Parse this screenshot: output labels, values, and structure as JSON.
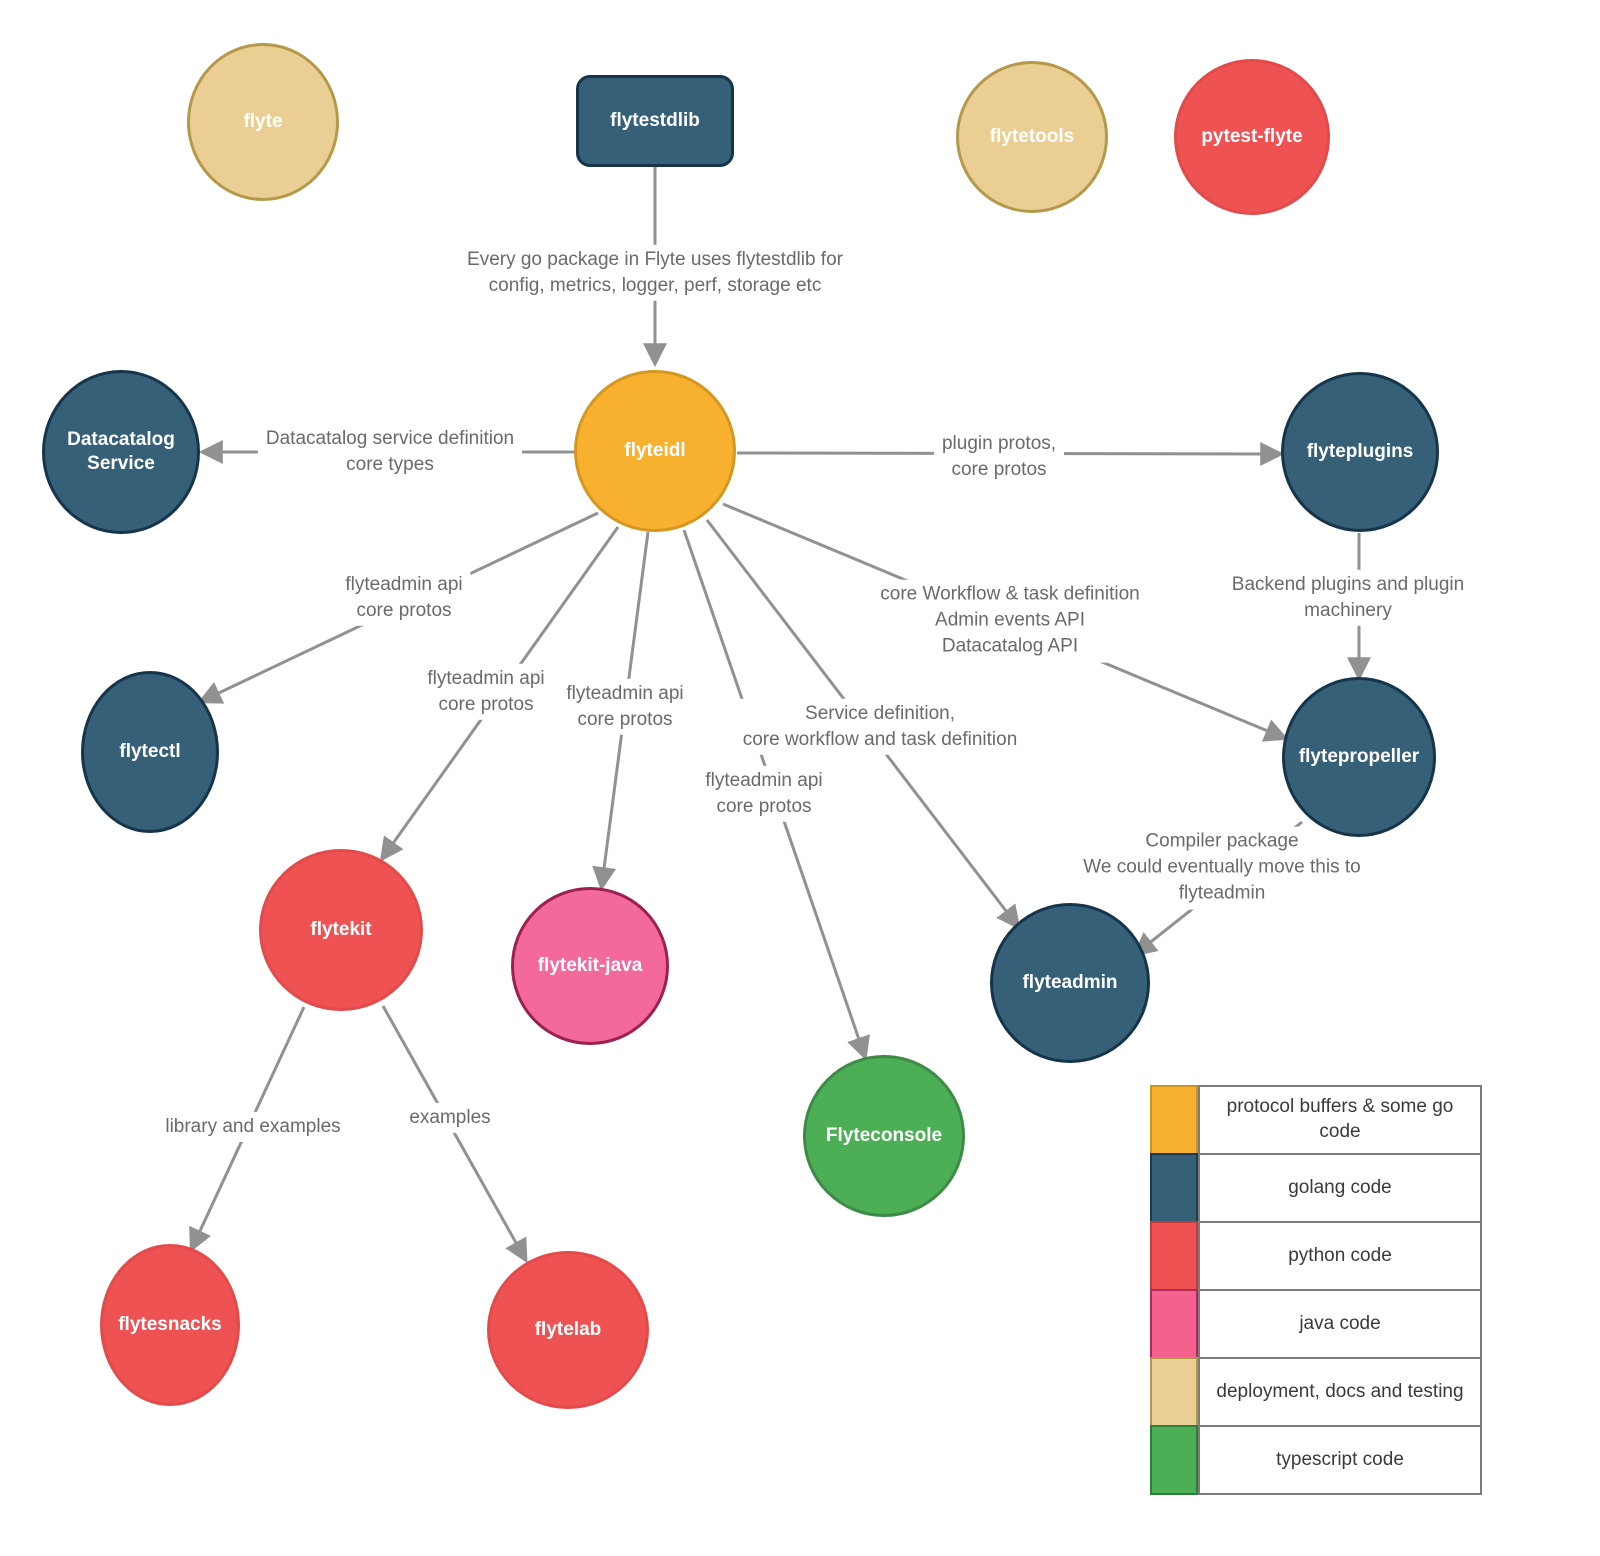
{
  "nodes": [
    {
      "id": "flyte",
      "label": "flyte",
      "fill": "#EACE93",
      "border": "#B5984A"
    },
    {
      "id": "flytestdlib",
      "label": "flytestdlib",
      "fill": "#356078",
      "border": "#16344A"
    },
    {
      "id": "flytetools",
      "label": "flytetools",
      "fill": "#EACE93",
      "border": "#B5984A"
    },
    {
      "id": "pytest-flyte",
      "label": "pytest-flyte",
      "fill": "#EE5253",
      "border": "#E34A4A"
    },
    {
      "id": "flyteidl",
      "label": "flyteidl",
      "fill": "#F8B12F",
      "border": "#D59722"
    },
    {
      "id": "datacatalog-service",
      "label": "Datacatalog\nService",
      "fill": "#356078",
      "border": "#16344A"
    },
    {
      "id": "flyteplugins",
      "label": "flyteplugins",
      "fill": "#356078",
      "border": "#16344A"
    },
    {
      "id": "flytectl",
      "label": "flytectl",
      "fill": "#356078",
      "border": "#16344A"
    },
    {
      "id": "flytekit",
      "label": "flytekit",
      "fill": "#EE5253",
      "border": "#E34A4A"
    },
    {
      "id": "flytekit-java",
      "label": "flytekit-java",
      "fill": "#F4699B",
      "border": "#9C2050"
    },
    {
      "id": "flytepropeller",
      "label": "flytepropeller",
      "fill": "#356078",
      "border": "#16344A"
    },
    {
      "id": "flyteadmin",
      "label": "flyteadmin",
      "fill": "#356078",
      "border": "#16344A"
    },
    {
      "id": "flyteconsole",
      "label": "Flyteconsole",
      "fill": "#4CAF55",
      "border": "#3D8B47"
    },
    {
      "id": "flytesnacks",
      "label": "flytesnacks",
      "fill": "#EE5253",
      "border": "#E34A4A"
    },
    {
      "id": "flytelab",
      "label": "flytelab",
      "fill": "#EE5253",
      "border": "#E34A4A"
    }
  ],
  "edges": [
    {
      "from": "flytestdlib",
      "to": "flyteidl",
      "label": "Every go package in Flyte uses flytestdlib for\nconfig, metrics, logger, perf, storage etc"
    },
    {
      "from": "flyteidl",
      "to": "datacatalog-service",
      "label": "Datacatalog service definition\ncore types"
    },
    {
      "from": "flyteidl",
      "to": "flyteplugins",
      "label": "plugin protos,\ncore protos"
    },
    {
      "from": "flyteidl",
      "to": "flytectl",
      "label": "flyteadmin api\ncore protos"
    },
    {
      "from": "flyteidl",
      "to": "flytekit",
      "label": "flyteadmin api\ncore protos"
    },
    {
      "from": "flyteidl",
      "to": "flytekit-java",
      "label": "flyteadmin api\ncore protos"
    },
    {
      "from": "flyteidl",
      "to": "flyteconsole",
      "label": "flyteadmin api\ncore protos"
    },
    {
      "from": "flyteidl",
      "to": "flyteadmin",
      "label": "Service definition,\ncore workflow and task definition"
    },
    {
      "from": "flyteidl",
      "to": "flytepropeller",
      "label": "core Workflow & task definition\nAdmin events API\nDatacatalog API"
    },
    {
      "from": "flyteplugins",
      "to": "flytepropeller",
      "label": "Backend plugins and plugin machinery"
    },
    {
      "from": "flytepropeller",
      "to": "flyteadmin",
      "label": "Compiler package\nWe could eventually move this to flyteadmin"
    },
    {
      "from": "flytekit",
      "to": "flytesnacks",
      "label": "library and examples"
    },
    {
      "from": "flytekit",
      "to": "flytelab",
      "label": "examples"
    }
  ],
  "legend": {
    "items": [
      {
        "label": "protocol buffers & some go code",
        "color": "#F8B12F",
        "border": "#C8941F"
      },
      {
        "label": "golang code",
        "color": "#356078",
        "border": "#1B3A50"
      },
      {
        "label": "python code",
        "color": "#EE5253",
        "border": "#C43B3B"
      },
      {
        "label": "java code",
        "color": "#F4618E",
        "border": "#B3285C"
      },
      {
        "label": "deployment, docs and testing",
        "color": "#EBD096",
        "border": "#B5984A"
      },
      {
        "label": "typescript code",
        "color": "#4CAF55",
        "border": "#2E7D3B"
      }
    ]
  },
  "colors": {
    "edge": "#919191",
    "edge_label_text": "#6A6A6A",
    "legend_text": "#3A3A3A",
    "legend_box_border": "#7C7C7C",
    "background": "#FFFFFF"
  }
}
